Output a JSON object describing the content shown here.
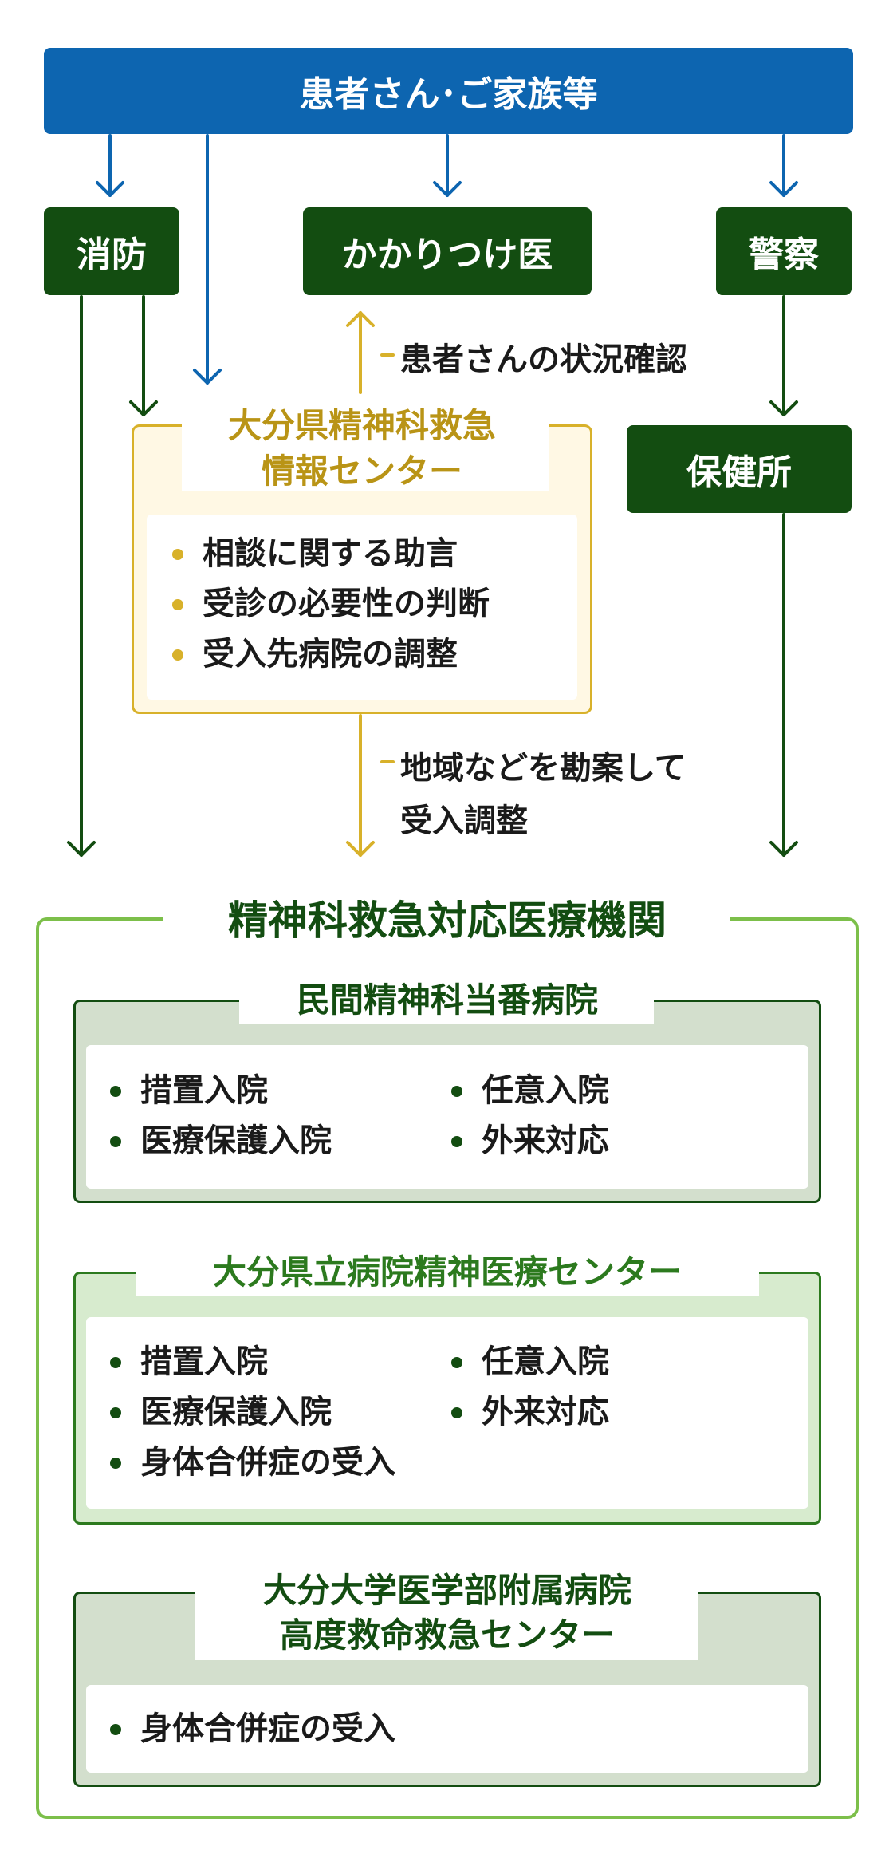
{
  "top": {
    "label": "患者さん･ご家族等"
  },
  "nodes": {
    "fire": "消防",
    "doctor": "かかりつけ医",
    "police": "警察",
    "health_center": "保健所"
  },
  "edge_labels": {
    "status_check": "患者さんの状況確認",
    "adjust_line1": "地域などを勘案して",
    "adjust_line2": "受入調整"
  },
  "info_center": {
    "title_line1": "大分県精神科救急",
    "title_line2": "情報センター",
    "items": [
      "相談に関する助言",
      "受診の必要性の判断",
      "受入先病院の調整"
    ]
  },
  "facilities": {
    "title": "精神科救急対応医療機関",
    "private_hospital": {
      "title": "民間精神科当番病院",
      "col1": [
        "措置入院",
        "医療保護入院"
      ],
      "col2": [
        "任意入院",
        "外来対応"
      ]
    },
    "prefectural_hospital": {
      "title": "大分県立病院精神医療センター",
      "col1": [
        "措置入院",
        "医療保護入院",
        "身体合併症の受入"
      ],
      "col2": [
        "任意入院",
        "外来対応"
      ]
    },
    "university_hospital": {
      "title_line1": "大分大学医学部附属病院",
      "title_line2": "高度救命救急センター",
      "items": [
        "身体合併症の受入"
      ]
    }
  },
  "colors": {
    "blue": "#0d65b0",
    "dark_green": "#134d11",
    "gold": "#d8b12a",
    "light_green": "#7cbf4a"
  }
}
